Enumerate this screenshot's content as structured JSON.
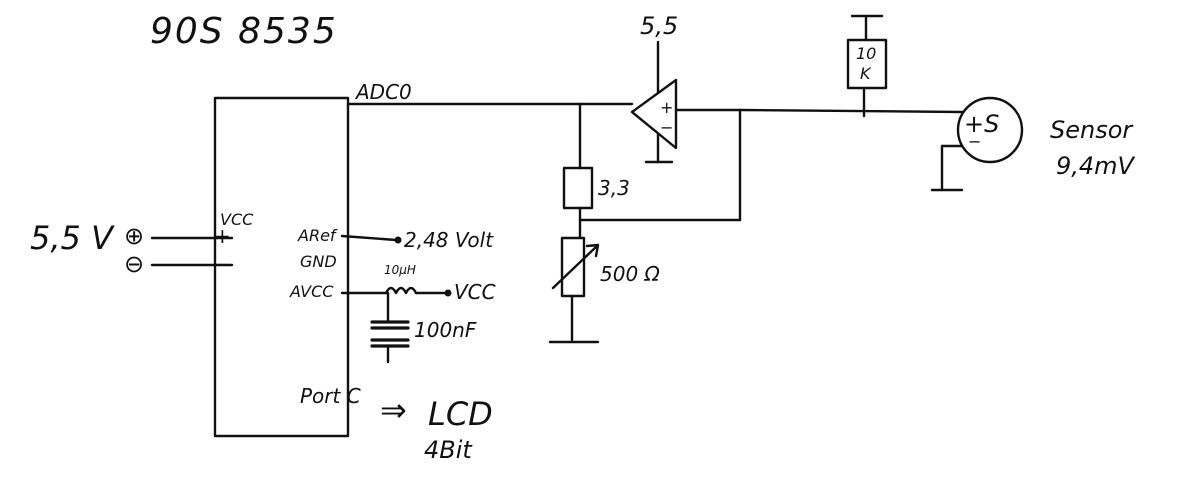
{
  "title": "90S 8535",
  "supply": {
    "voltage": "5,5 V",
    "plus_symbol": "⊕",
    "minus_symbol": "⊖"
  },
  "mcu_pins": {
    "adc0": "ADC0",
    "vcc": "VCC",
    "plus_mark": "+",
    "minus_mark": "−",
    "aref": "ARef",
    "gnd": "GND",
    "avcc": "AVCC",
    "port_c": "Port C"
  },
  "aref_value": "2,48 Volt",
  "inductor": "10µH",
  "avcc_target": "VCC",
  "capacitor": "100nF",
  "lcd": {
    "arrow": "⇒",
    "label": "LCD",
    "mode": "4Bit"
  },
  "opamp": {
    "supply": "5,5",
    "plus": "+",
    "minus": "−"
  },
  "resistor_fixed": "3,3",
  "potentiometer": "500 Ω",
  "pullup": {
    "top": "10",
    "bottom": "K"
  },
  "sensor": {
    "symbol": "+S",
    "minus": "−",
    "name": "Sensor",
    "signal": "9,4mV"
  },
  "colors": {
    "ink": "#111111",
    "paper": "#ffffff"
  }
}
